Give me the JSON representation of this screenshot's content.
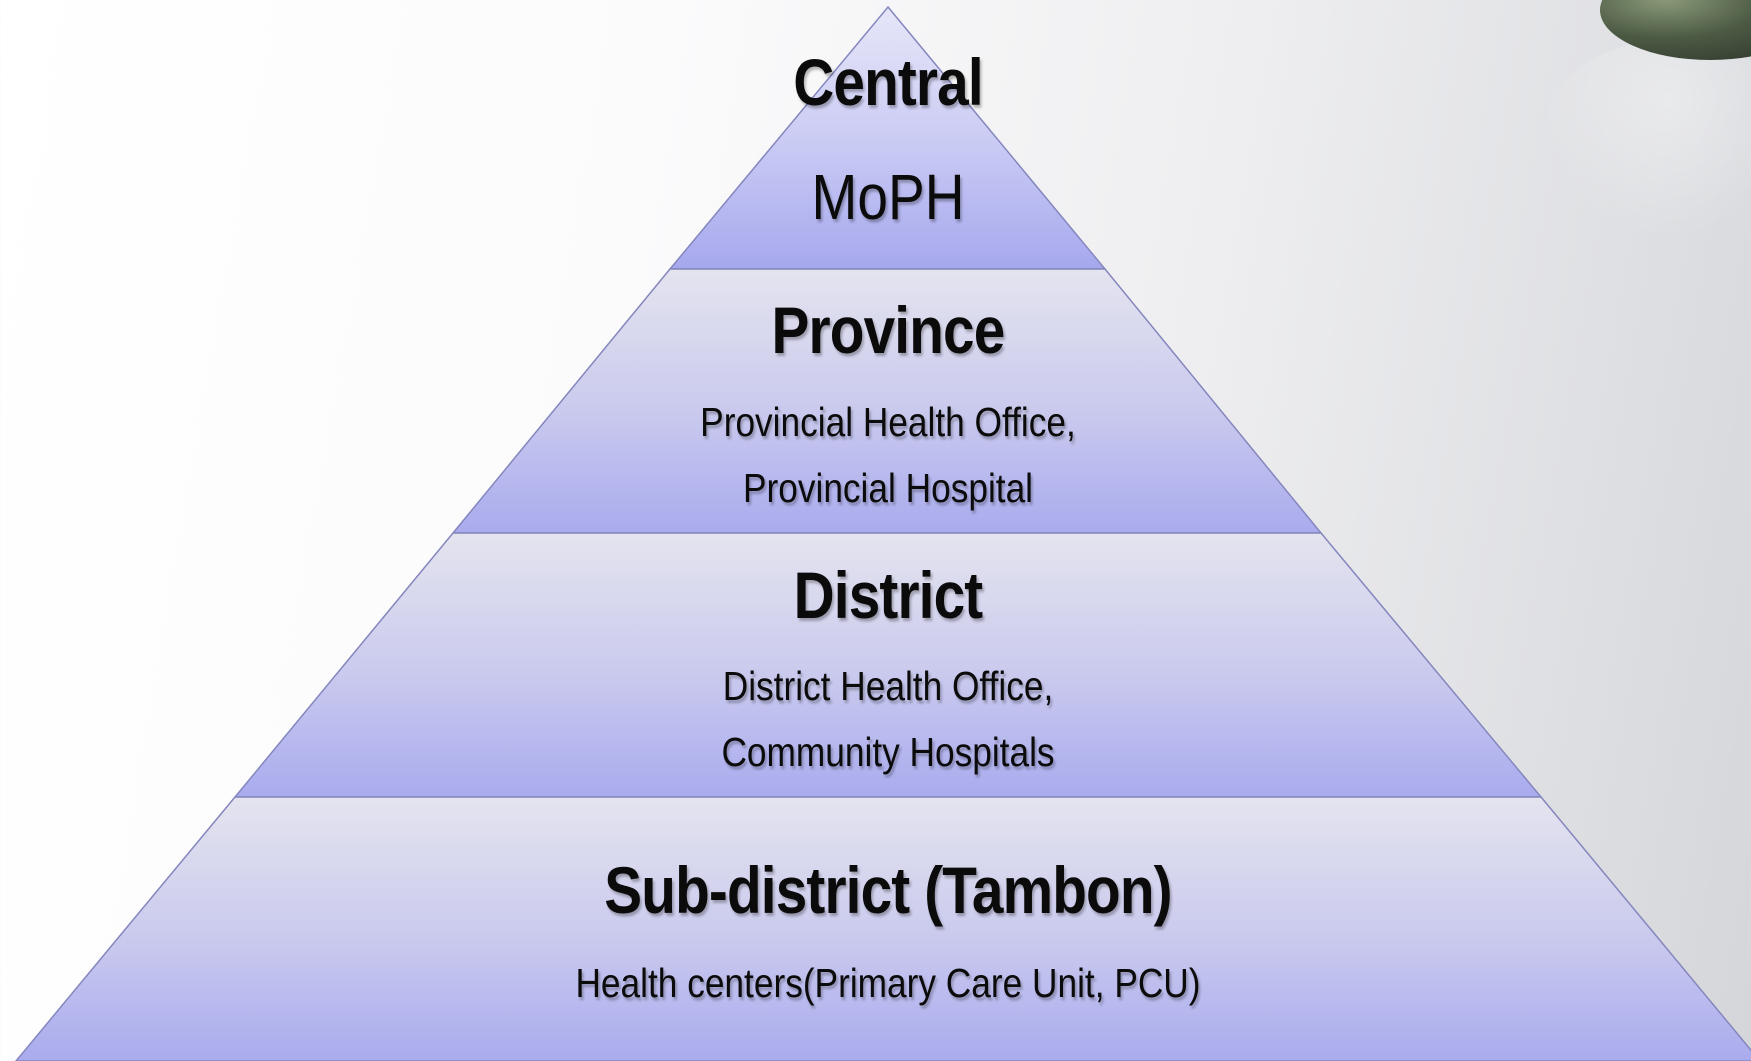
{
  "diagram": {
    "tiers": [
      {
        "title": "Central",
        "lines": [
          "MoPH"
        ]
      },
      {
        "title": "Province",
        "lines": [
          "Provincial Health Office,",
          "Provincial Hospital"
        ]
      },
      {
        "title": "District",
        "lines": [
          "District Health Office,",
          "Community Hospitals"
        ]
      },
      {
        "title": "Sub-district (Tambon)",
        "lines": [
          "Health centers(Primary Care Unit, PCU)"
        ]
      }
    ]
  },
  "colors": {
    "tier_top": "#e8e8f6",
    "tier_bottom": "#a9abee",
    "outline": "#7a7cb4"
  }
}
